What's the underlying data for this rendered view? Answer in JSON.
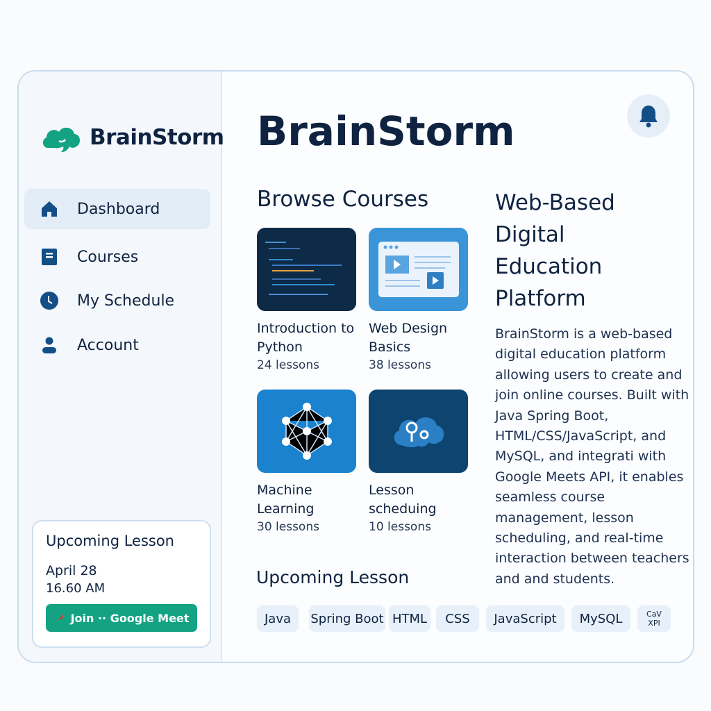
{
  "brand": "BrainStorm",
  "sidebar": {
    "items": [
      {
        "label": "Dashboard",
        "icon": "home-icon",
        "active": true
      },
      {
        "label": "Courses",
        "icon": "book-icon"
      },
      {
        "label": "My Schedule",
        "icon": "clock-icon"
      },
      {
        "label": "Account",
        "icon": "user-icon"
      }
    ]
  },
  "upcoming_card": {
    "title": "Upcoming Lesson",
    "date": "April 28",
    "time": "16.60 AM",
    "button": "Join ·· Google Meet"
  },
  "header": {
    "title": "BrainStorm",
    "bell_icon": "bell-icon"
  },
  "browse": {
    "title": "Browse Courses",
    "courses": [
      {
        "name": "Introduction to Python",
        "lessons": "24 lessons"
      },
      {
        "name": "Web Design Basics",
        "lessons": "38 lessons"
      },
      {
        "name": "Machine Learning",
        "lessons": "30 lessons"
      },
      {
        "name": "Lesson scheduing",
        "lessons": "10 lessons"
      }
    ]
  },
  "about": {
    "title": "Web-Based Digital Education Platform",
    "text": "BrainStorm is a web-based digital education platform allowing users to create and join online courses. Built with Java Spring Boot, HTML/CSS/JavaScript, and MySQL, and integrati with Google Meets API, it enables seamless course management, lesson scheduling, and real-time interaction between teachers and and students."
  },
  "upcoming_title": "Upcoming Lesson",
  "tags": [
    "Java",
    "Spring Boot",
    "HTML",
    "CSS",
    "JavaScript",
    "MySQL",
    "CaV XPI"
  ],
  "colors": {
    "accent": "#13a383",
    "navy": "#0f2340",
    "icon": "#134f86"
  }
}
